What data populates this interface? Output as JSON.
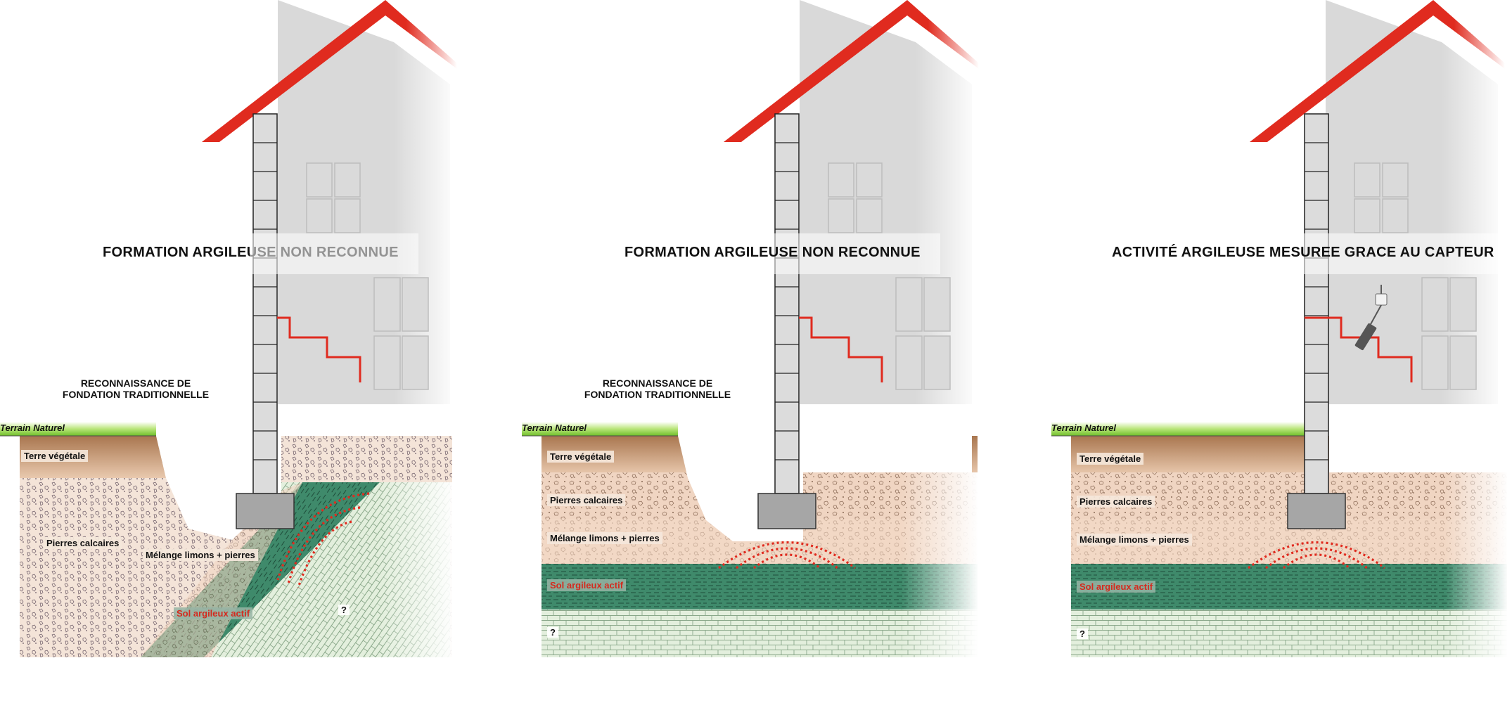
{
  "colors": {
    "roof": "#e02b1f",
    "facade": "#d9d9d9",
    "wall_block": "#dcdcdc",
    "crack": "#e02b1f",
    "grass": "#8fd14f",
    "topsoil": "#b98a64",
    "limestone": "#efd2bd",
    "mix": "#f6e1d0",
    "active_clay": "#3f8a6b",
    "bedrock": "#dcebd8",
    "footing": "#a6a6a6",
    "waves": "#e02b1f"
  },
  "panels": [
    {
      "id": "panel-1",
      "title": "FORMATION ARGILEUSE NON RECONNUE",
      "note": "RECONNAISSANCE DE FONDATION TRADITIONNELLE",
      "ground_label": "Terrain Naturel",
      "labels": {
        "topsoil": "Terre végétale",
        "limestone": "Pierres calcaires",
        "mix": "Mélange limons + pierres",
        "clay": "Sol argileux actif",
        "unknown": "?"
      }
    },
    {
      "id": "panel-2",
      "title": "FORMATION ARGILEUSE NON RECONNUE",
      "note": "RECONNAISSANCE DE FONDATION TRADITIONNELLE",
      "ground_label": "Terrain Naturel",
      "labels": {
        "topsoil": "Terre végétale",
        "limestone": "Pierres calcaires",
        "mix": "Mélange limons + pierres",
        "clay": "Sol argileux actif",
        "unknown": "?"
      }
    },
    {
      "id": "panel-3",
      "title": "ACTIVITÉ ARGILEUSE MESUREE GRACE AU CAPTEUR",
      "ground_label": "Terrain Naturel",
      "sensor_icon": "crack-sensor-icon",
      "labels": {
        "topsoil": "Terre végétale",
        "limestone": "Pierres calcaires",
        "mix": "Mélange limons + pierres",
        "clay": "Sol argileux actif",
        "unknown": "?"
      }
    }
  ]
}
